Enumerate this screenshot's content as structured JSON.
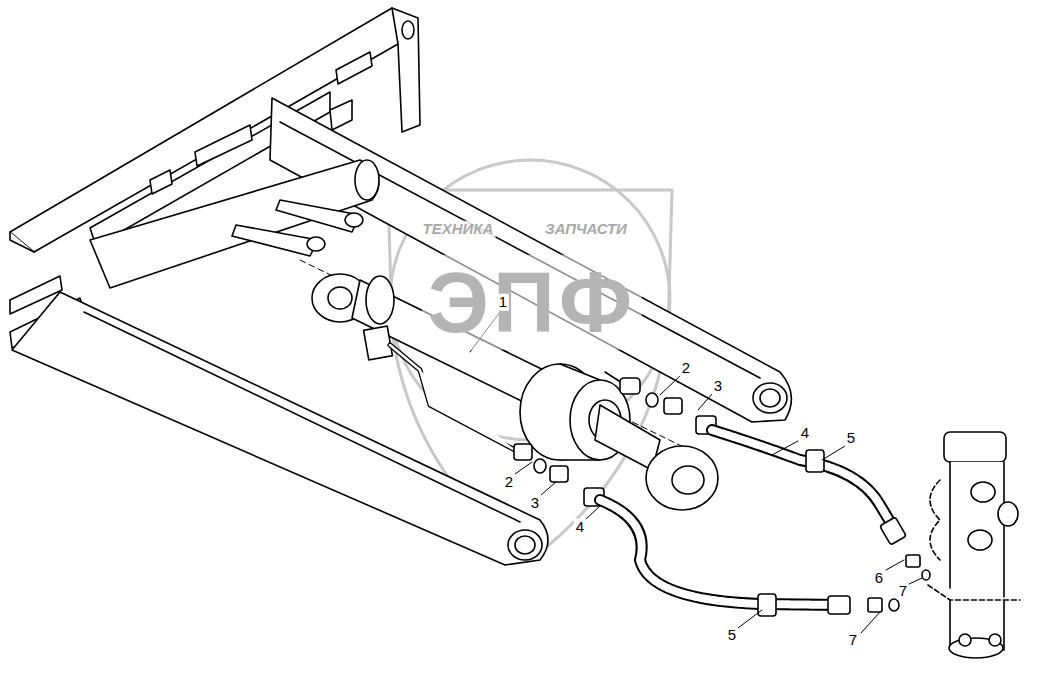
{
  "diagram": {
    "labels": [
      "ТЕХНИКА",
      "ЗАПЧАСТИ",
      "ЭПФ",
      "1",
      "2",
      "3",
      "4",
      "5",
      "2",
      "3",
      "4",
      "5",
      "6",
      "7",
      "7"
    ]
  }
}
